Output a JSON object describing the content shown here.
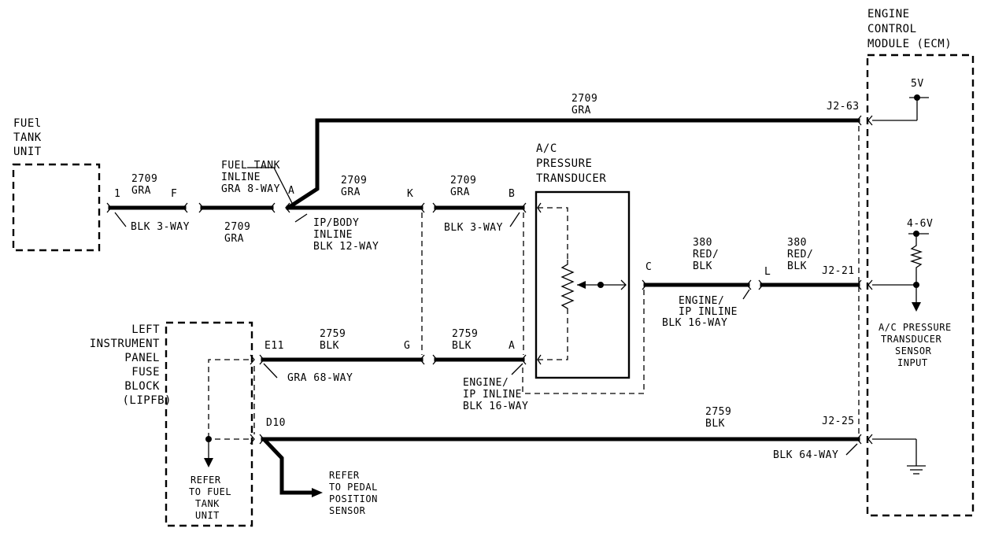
{
  "modules": {
    "ecm": [
      "ENGINE",
      "CONTROL",
      "MODULE (ECM)"
    ],
    "fuel_tank_unit": [
      "FUEl",
      "TANK",
      "UNIT"
    ],
    "lipfb": [
      "LEFT",
      "INSTRUMENT",
      "PANEL",
      "FUSE",
      "BLOCK",
      "(LIPFB)"
    ],
    "transducer": [
      "A/C",
      "PRESSURE",
      "TRANSDUCER"
    ]
  },
  "wires": {
    "w2709_top": [
      "2709",
      "GRA"
    ],
    "w2709_a": [
      "2709",
      "GRA"
    ],
    "w2709_a_below": [
      "2709",
      "GRA"
    ],
    "w2709_b": [
      "2709",
      "GRA"
    ],
    "w2709_c": [
      "2709",
      "GRA"
    ],
    "w380_a": [
      "380",
      "RED/",
      "BLK"
    ],
    "w380_b": [
      "380",
      "RED/",
      "BLK"
    ],
    "w2759_a": [
      "2759",
      "BLK"
    ],
    "w2759_b": [
      "2759",
      "BLK"
    ],
    "w2759_bottom": [
      "2759",
      "BLK"
    ]
  },
  "pins": {
    "p1": "1",
    "pF": "F",
    "pA": "A",
    "pK": "K",
    "pB": "B",
    "pC": "C",
    "pL": "L",
    "pE11": "E11",
    "pG": "G",
    "pA2": "A",
    "pD10": "D10",
    "j2_63": "J2-63",
    "j2_21": "J2-21",
    "j2_25": "J2-25"
  },
  "connectors": {
    "blk3_left": "BLK 3-WAY",
    "fuel_tank_inline": [
      "FUEL TANK",
      "INLINE",
      "GRA 8-WAY"
    ],
    "ip_body_inline": [
      "IP/BODY",
      "INLINE",
      "BLK 12-WAY"
    ],
    "blk3_right": "BLK 3-WAY",
    "engine_ip_inline_1": [
      "ENGINE/",
      "IP INLINE",
      "BLK 16-WAY"
    ],
    "engine_ip_inline_2": [
      "ENGINE/",
      "IP INLINE",
      "BLK 16-WAY"
    ],
    "gra68": "GRA 68-WAY",
    "blk64": "BLK 64-WAY"
  },
  "ecm_internal": {
    "v5": "5V",
    "v46": "4-6V",
    "sensor_input": [
      "A/C PRESSURE",
      "TRANSDUCER",
      "SENSOR",
      "INPUT"
    ]
  },
  "refs": {
    "fuel_tank": [
      "REFER",
      "TO FUEL",
      "TANK",
      "UNIT"
    ],
    "pedal": [
      "REFER",
      "TO PEDAL",
      "POSITION",
      "SENSOR"
    ]
  }
}
